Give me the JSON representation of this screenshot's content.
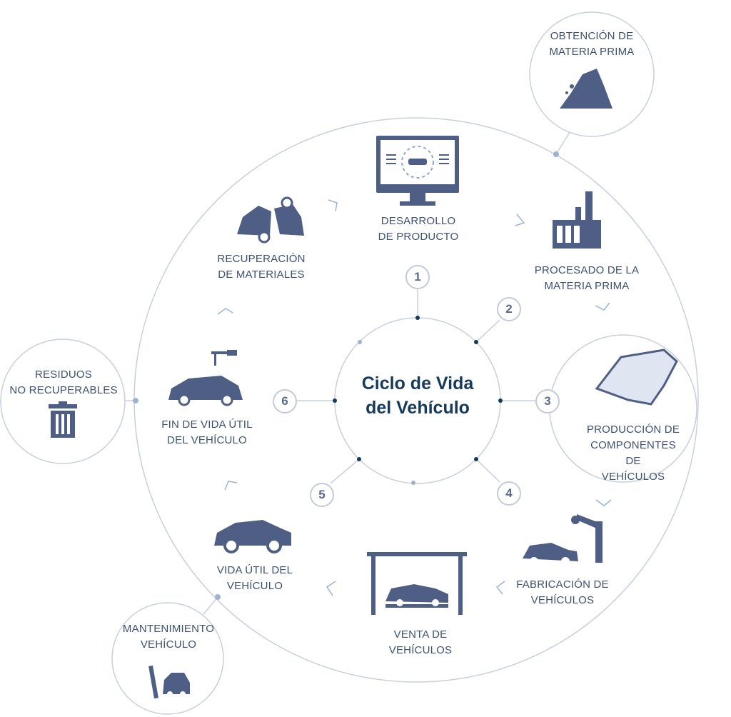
{
  "title_line1": "Ciclo de Vida",
  "title_line2": "del Vehículo",
  "numbers": [
    "1",
    "2",
    "3",
    "4",
    "5",
    "6"
  ],
  "stages": {
    "desarrollo": "DESARROLLO\nDE PRODUCTO",
    "procesado": "PROCESADO DE LA\nMATERIA PRIMA",
    "produccion": "PRODUCCIÓN DE\nCOMPONENTES DE\nVEHÍCULOS",
    "fabricacion": "FABRICACIÓN DE\nVEHÍCULOS",
    "venta": "VENTA DE\nVEHÍCULOS",
    "vida_util": "VIDA ÚTIL DEL\nVEHÍCULO",
    "fin_vida": "FIN DE VIDA ÚTIL\nDEL VEHÍCULO",
    "recuperacion": "RECUPERACIÓN\nDE MATERIALES"
  },
  "satellites": {
    "obtencion": "OBTENCIÓN DE\nMATERIA PRIMA",
    "residuos": "RESIDUOS\nNO RECUPERABLES",
    "mantenimiento": "MANTENIMIENTO\nVEHÍCULO"
  },
  "colors": {
    "icon": "#4f5e84",
    "text": "#3f5070",
    "title": "#163a5c",
    "line": "#c3cad8",
    "dot": "#8fa6c8"
  }
}
